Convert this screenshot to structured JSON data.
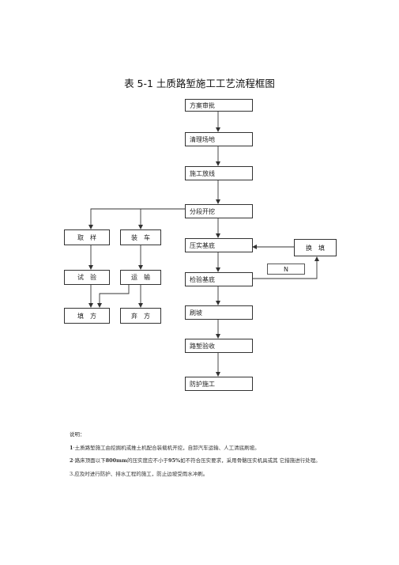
{
  "title": "表 5-1 土质路堑施工工艺流程框图",
  "boxes": {
    "fangan": "方案审批",
    "qingli": "清理场地",
    "fangxian": "施工放线",
    "kaiwa": "分段开挖",
    "yashi": "压实基底",
    "jianyan": "检验基底",
    "shuapo": "刷坡",
    "yanshou": "路堑验收",
    "fanghu": "防护施工",
    "qiyang": "取样",
    "zhuangche": "装车",
    "shiyan": "试验",
    "yunshu": "运输",
    "tianfang": "填方",
    "qifang": "弃方",
    "huantian": "换填",
    "n_label": "N"
  },
  "notes": {
    "heading": "说明：",
    "n1_num": "1",
    "n1_text": "·土质路堑施工由挖掘机或推土机配合装载机开挖，自卸汽车运输、人工清底刷坡。",
    "n2_num": "2",
    "n2_a": "·路床顶面以下",
    "n2_b": "800mm",
    "n2_c": "的压实度应不小于",
    "n2_d": "95%",
    "n2_e": "如不符合压实要求，采用骨骼压实机具或其 它措施进行处理。",
    "n3": "3.应及时进行防护、排水工程的施工，防止边坡受雨水冲刷。"
  }
}
